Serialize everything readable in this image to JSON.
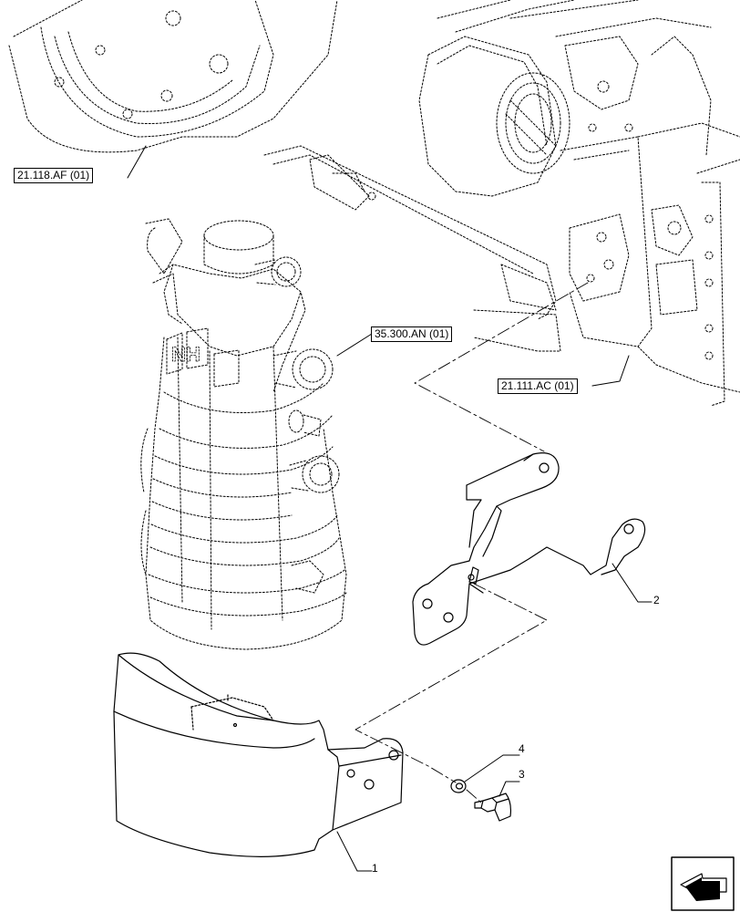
{
  "references": {
    "ref_a": "21.118.AF (01)",
    "ref_b": "35.300.AN (01)",
    "ref_c": "21.111.AC (01)"
  },
  "callouts": {
    "c1": "1",
    "c2": "2",
    "c3": "3",
    "c4": "4"
  },
  "accumulator_logo": "NH",
  "icon": "next-page-arrow-icon"
}
